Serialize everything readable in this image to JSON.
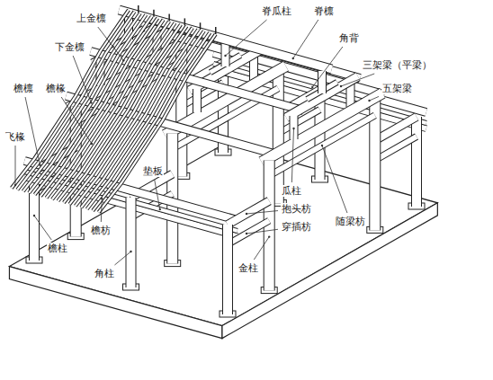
{
  "diagram": {
    "labels": [
      "上金檩",
      "脊瓜柱",
      "脊檩",
      "下金檩",
      "角背",
      "三架梁（平梁）",
      "五架梁",
      "檐檩",
      "檐椽",
      "飞椽",
      "垫板",
      "瓜柱",
      "抱头枋",
      "随梁枋",
      "檐枋",
      "穿插枋",
      "檐柱",
      "金柱",
      "角柱"
    ]
  }
}
